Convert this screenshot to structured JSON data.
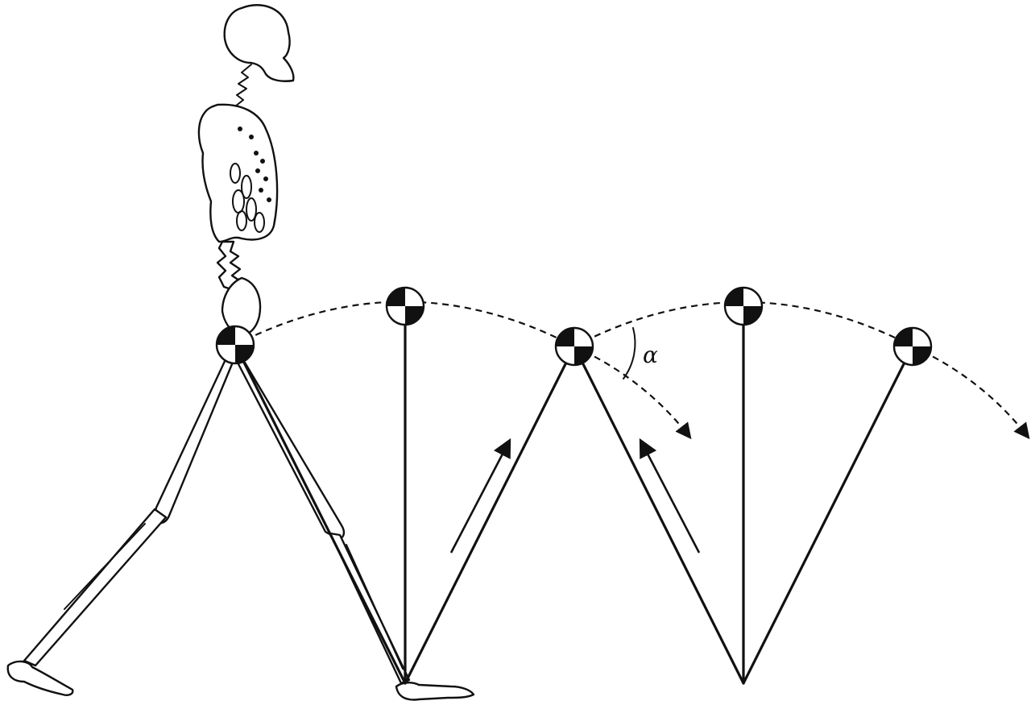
{
  "diagram": {
    "angle_label": "α",
    "colors": {
      "stroke": "#111111",
      "background": "#ffffff"
    },
    "markers": [
      {
        "name": "center-of-mass-1"
      },
      {
        "name": "center-of-mass-2"
      },
      {
        "name": "center-of-mass-3"
      },
      {
        "name": "center-of-mass-4"
      },
      {
        "name": "center-of-mass-5"
      }
    ]
  }
}
